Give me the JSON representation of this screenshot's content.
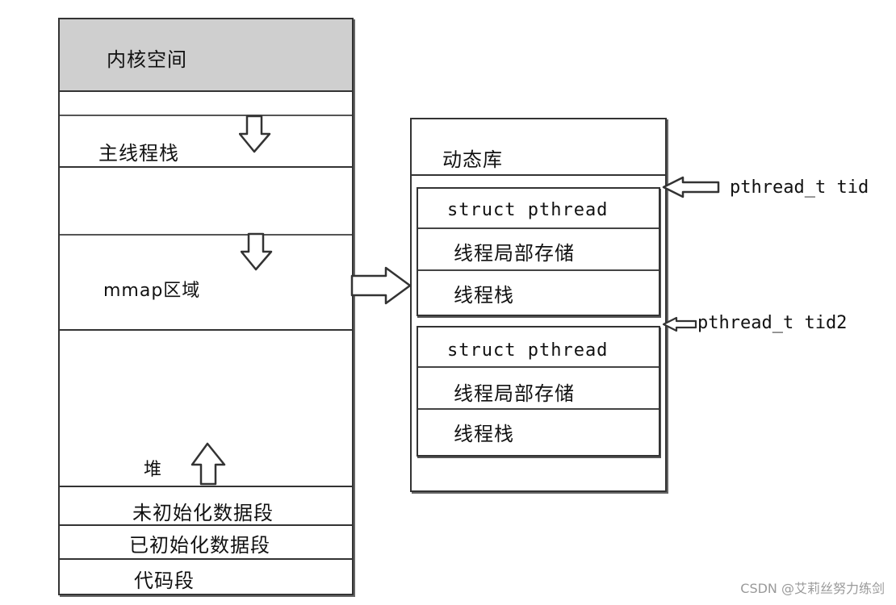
{
  "memory": {
    "kernel_space": "内核空间",
    "main_thread_stack": "主线程栈",
    "mmap_region": "mmap区域",
    "heap": "堆",
    "bss": "未初始化数据段",
    "data": "已初始化数据段",
    "text": "代码段"
  },
  "dynamic_library": {
    "title": "动态库",
    "threads": [
      {
        "struct_label": "struct pthread",
        "tls_label": "线程局部存储",
        "stack_label": "线程栈",
        "tid_label": "pthread_t tid"
      },
      {
        "struct_label": "struct pthread",
        "tls_label": "线程局部存储",
        "stack_label": "线程栈",
        "tid_label": "pthread_t tid2"
      }
    ]
  },
  "watermark": "CSDN @艾莉丝努力练剑",
  "icons": {
    "stack_growth": "arrow-down-icon",
    "heap_growth": "arrow-up-icon",
    "mapping": "arrow-right-icon",
    "pointer": "arrow-left-icon"
  }
}
